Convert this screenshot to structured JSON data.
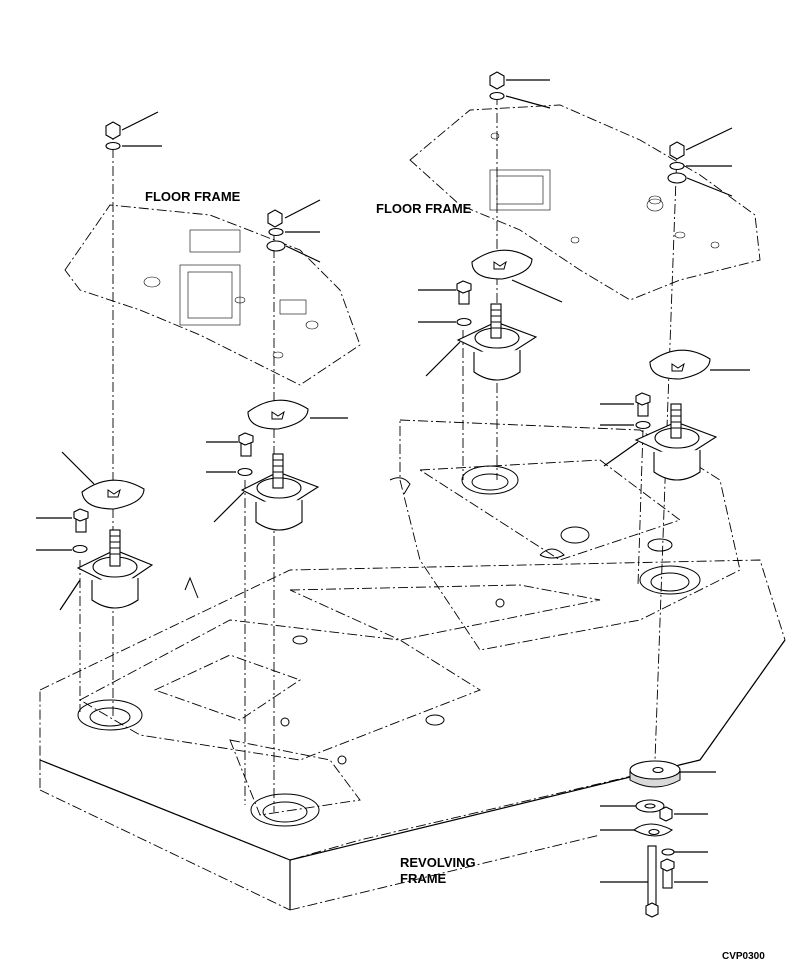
{
  "labels": {
    "floor_frame_left": "FLOOR FRAME",
    "floor_frame_right": "FLOOR FRAME",
    "revolving_frame_line1": "REVOLVING",
    "revolving_frame_line2": "FRAME",
    "figure_code": "CVP0300"
  }
}
